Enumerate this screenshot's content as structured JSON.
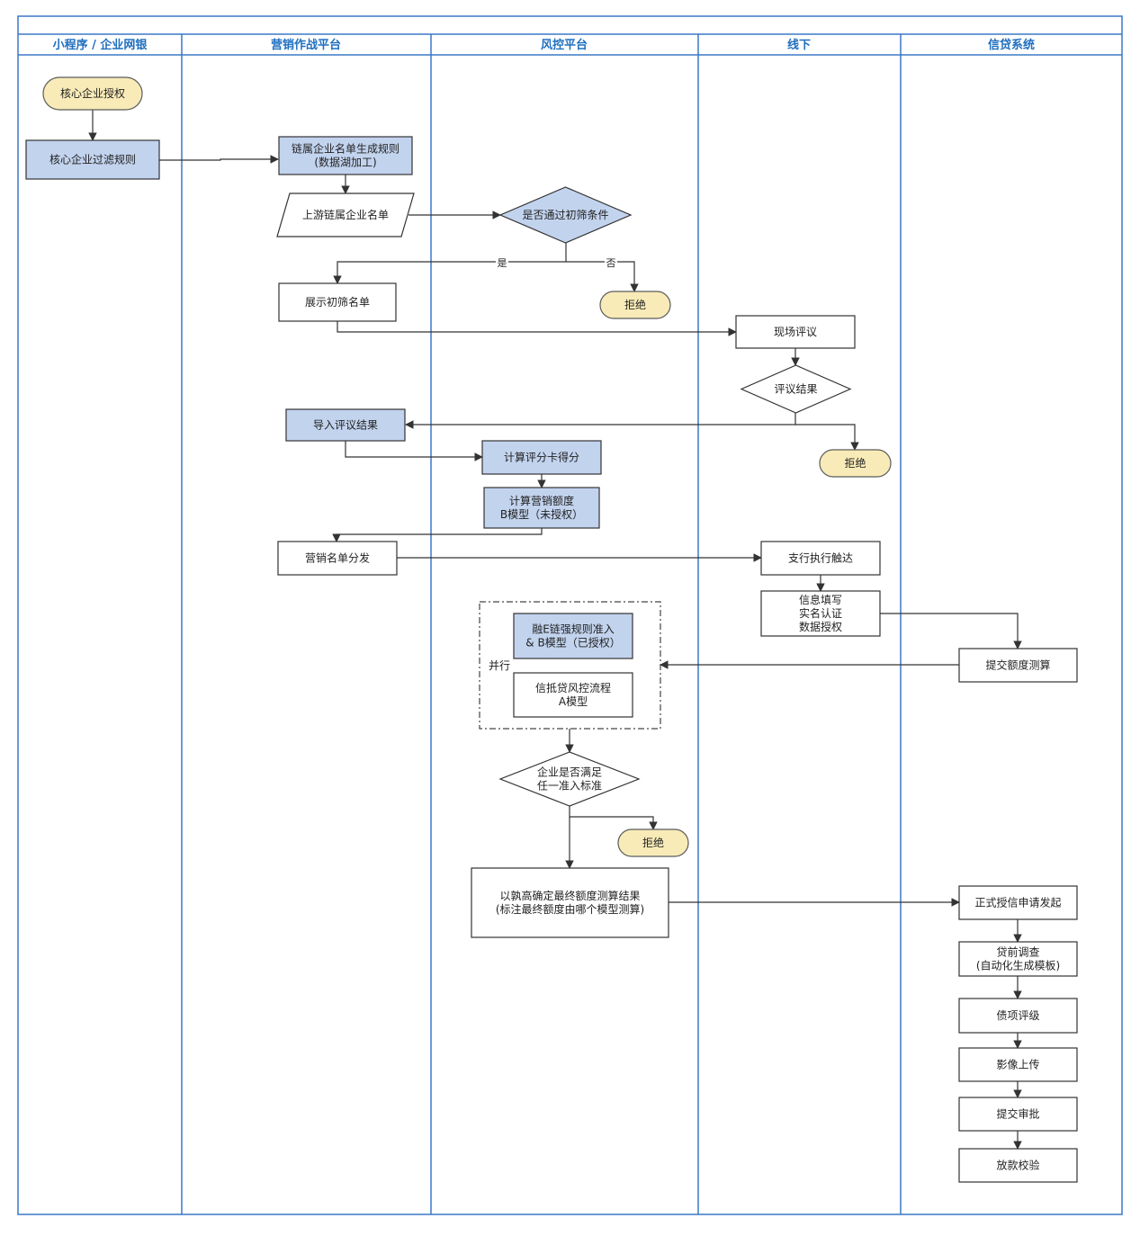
{
  "colors": {
    "lane_border": "#3b78c6",
    "lane_title": "#1f6fc0",
    "blue_fill": "#c2d3ee",
    "terminal_fill": "#f8ebb7",
    "terminal_border": "#5b5b5b",
    "stroke": "#333333",
    "white": "#ffffff"
  },
  "lanes": [
    {
      "id": "lane-miniapp",
      "title": "小程序 / 企业网银"
    },
    {
      "id": "lane-marketing",
      "title": "营销作战平台"
    },
    {
      "id": "lane-risk",
      "title": "风控平台"
    },
    {
      "id": "lane-offline",
      "title": "线下"
    },
    {
      "id": "lane-credit",
      "title": "信贷系统"
    }
  ],
  "nodes": {
    "core_auth": {
      "lines": [
        "核心企业授权"
      ],
      "shape": "terminal"
    },
    "core_filter": {
      "lines": [
        "核心企业过滤规则"
      ],
      "shape": "process-blue"
    },
    "chain_rule": {
      "lines": [
        "链属企业名单生成规则",
        "(数据湖加工)"
      ],
      "shape": "process-blue"
    },
    "upstream_list": {
      "lines": [
        "上游链属企业名单"
      ],
      "shape": "data"
    },
    "pass_screen": {
      "lines": [
        "是否通过初筛条件"
      ],
      "shape": "decision-blue"
    },
    "show_list": {
      "lines": [
        "展示初筛名单"
      ],
      "shape": "process"
    },
    "reject_1": {
      "lines": [
        "拒绝"
      ],
      "shape": "terminal"
    },
    "onsite_review": {
      "lines": [
        "现场评议"
      ],
      "shape": "process"
    },
    "review_result": {
      "lines": [
        "评议结果"
      ],
      "shape": "decision"
    },
    "import_result": {
      "lines": [
        "导入评议结果"
      ],
      "shape": "process-blue"
    },
    "reject_2": {
      "lines": [
        "拒绝"
      ],
      "shape": "terminal"
    },
    "calc_score": {
      "lines": [
        "计算评分卡得分"
      ],
      "shape": "process-blue"
    },
    "calc_limit": {
      "lines": [
        "计算营销额度",
        "B模型（未授权）"
      ],
      "shape": "process-blue"
    },
    "dispatch_list": {
      "lines": [
        "营销名单分发"
      ],
      "shape": "process"
    },
    "branch_reach": {
      "lines": [
        "支行执行触达"
      ],
      "shape": "process"
    },
    "info_fill": {
      "lines": [
        "信息填写",
        "实名认证",
        "数据授权"
      ],
      "shape": "process"
    },
    "submit_limit": {
      "lines": [
        "提交额度测算"
      ],
      "shape": "process"
    },
    "parallel_label": {
      "lines": [
        "并行"
      ],
      "shape": "label"
    },
    "rongE_rule": {
      "lines": [
        "融E链强规则准入",
        "& B模型（已授权）"
      ],
      "shape": "process-blue"
    },
    "mortgage_flow": {
      "lines": [
        "信抵贷风控流程",
        "A模型"
      ],
      "shape": "process"
    },
    "meets_std": {
      "lines": [
        "企业是否满足",
        "任一准入标准"
      ],
      "shape": "decision"
    },
    "reject_3": {
      "lines": [
        "拒绝"
      ],
      "shape": "terminal"
    },
    "final_limit": {
      "lines": [
        "以孰高确定最终额度测算结果",
        "(标注最终额度由哪个模型测算)"
      ],
      "shape": "process"
    },
    "formal_apply": {
      "lines": [
        "正式授信申请发起"
      ],
      "shape": "process"
    },
    "pre_loan": {
      "lines": [
        "贷前调查",
        "(自动化生成模板)"
      ],
      "shape": "process"
    },
    "debt_rating": {
      "lines": [
        "债项评级"
      ],
      "shape": "process"
    },
    "image_upload": {
      "lines": [
        "影像上传"
      ],
      "shape": "process"
    },
    "submit_approval": {
      "lines": [
        "提交审批"
      ],
      "shape": "process"
    },
    "loan_check": {
      "lines": [
        "放款校验"
      ],
      "shape": "process"
    }
  },
  "edge_labels": {
    "yes": "是",
    "no": "否"
  }
}
